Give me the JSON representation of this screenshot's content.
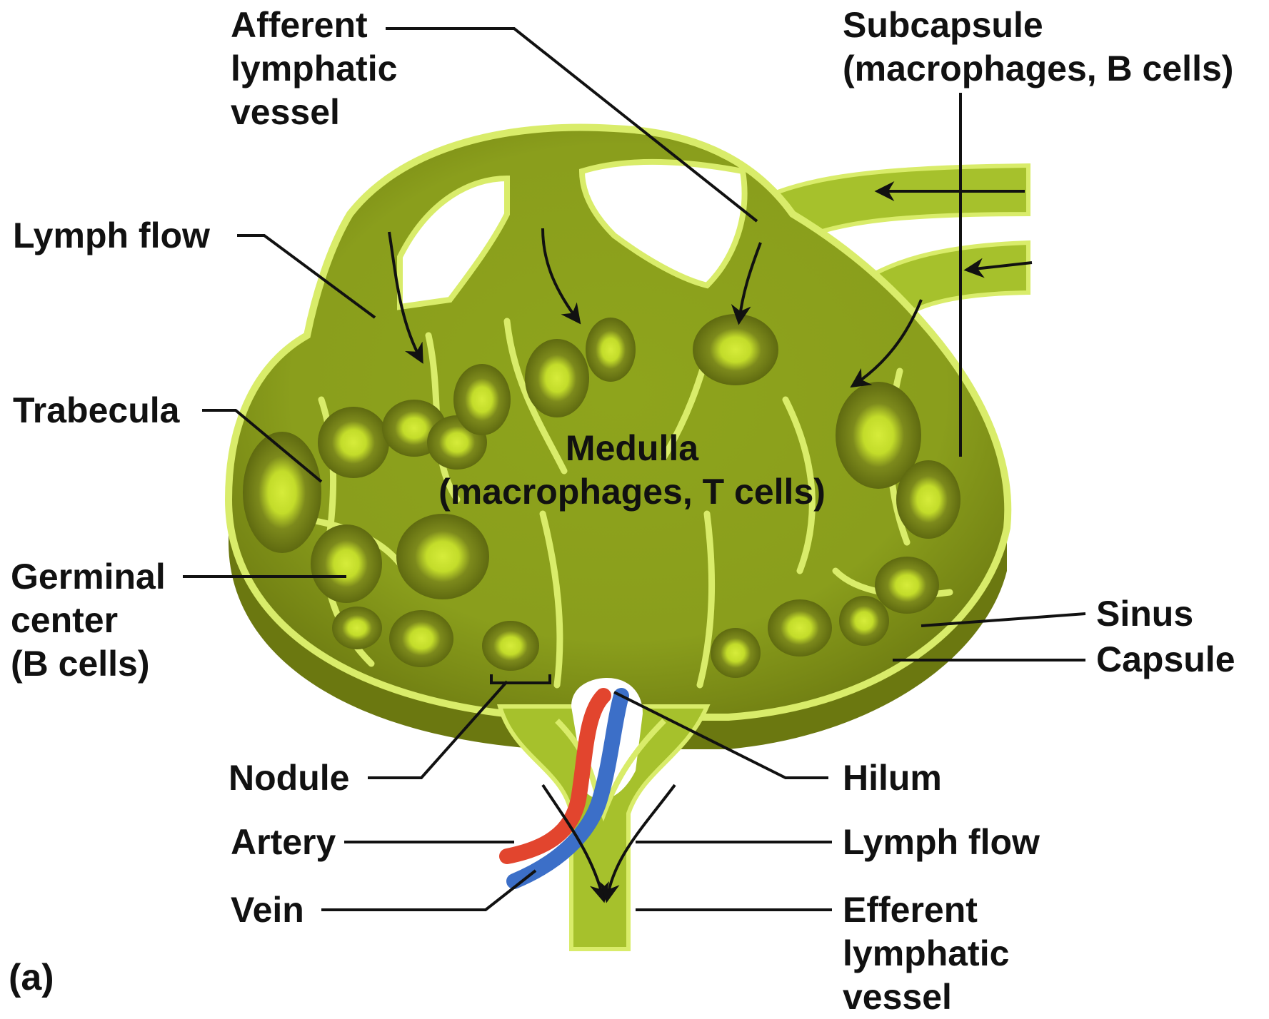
{
  "labels": {
    "afferent_l1": "Afferent",
    "afferent_l2": "lymphatic",
    "afferent_l3": "vessel",
    "subcapsule_l1": "Subcapsule",
    "subcapsule_l2": "(macrophages, B cells)",
    "lymph_flow_top": "Lymph flow",
    "trabecula": "Trabecula",
    "medulla_l1": "Medulla",
    "medulla_l2": "(macrophages, T cells)",
    "germinal_l1": "Germinal",
    "germinal_l2": "center",
    "germinal_l3": "(B cells)",
    "sinus": "Sinus",
    "capsule": "Capsule",
    "nodule": "Nodule",
    "hilum": "Hilum",
    "artery": "Artery",
    "lymph_flow_bottom": "Lymph flow",
    "vein": "Vein",
    "efferent_l1": "Efferent",
    "efferent_l2": "lymphatic",
    "efferent_l3": "vessel",
    "panel": "(a)"
  },
  "colors": {
    "tissue": "#a9c52a",
    "tissue_light": "#d9ec6a",
    "tissue_dark": "#6f7d12",
    "artery": "#e2452e",
    "vein": "#3c6fc8",
    "line": "#111111"
  }
}
